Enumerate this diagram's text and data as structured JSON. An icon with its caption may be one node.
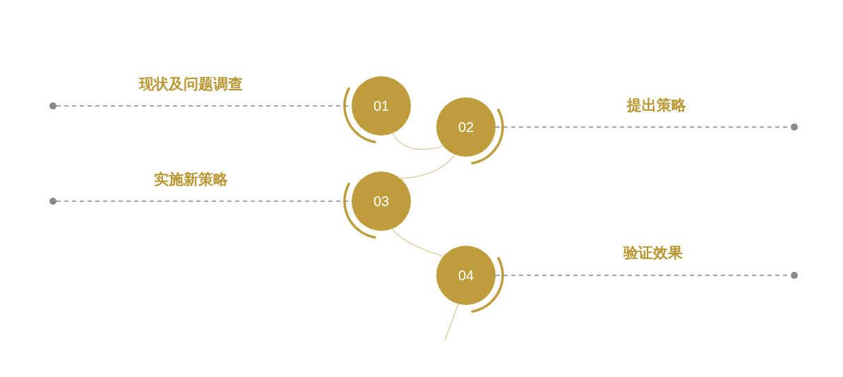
{
  "diagram": {
    "nodes": [
      {
        "text": [],
        "shape": "circle"
      },
      {
        "text": [
          "01"
        ]
      },
      {
        "text": [
          "02"
        ]
      },
      {
        "text": [],
        "shape": "circle"
      },
      {
        "text": [],
        "shape": "circle"
      },
      {
        "text": [
          "03"
        ]
      },
      {
        "text": [
          "04"
        ]
      },
      {
        "text": [],
        "shape": "circle"
      }
    ],
    "edges": [
      {
        "from": 0,
        "to": 1,
        "arrow": "none",
        "style": "dashed"
      },
      {
        "from": 2,
        "to": 3,
        "arrow": "none",
        "style": "dashed"
      },
      {
        "from": 4,
        "to": 5,
        "arrow": "none",
        "style": "dashed"
      },
      {
        "from": 6,
        "to": 7,
        "arrow": "none",
        "style": "dashed"
      },
      {
        "from": 1,
        "to": 2,
        "arrow": "none",
        "color": "#dcc88e"
      },
      {
        "from": 2,
        "to": 5,
        "arrow": "none",
        "color": "#dcc88e"
      },
      {
        "from": 5,
        "to": 6,
        "arrow": "none",
        "color": "#dcc88e"
      },
      {
        "from": 6,
        "to": null,
        "arrow": "none",
        "color": "#dcc88e"
      }
    ],
    "labels": [
      "现状及问题调查",
      "提出策略",
      "实施新策略",
      "验证效果"
    ]
  }
}
